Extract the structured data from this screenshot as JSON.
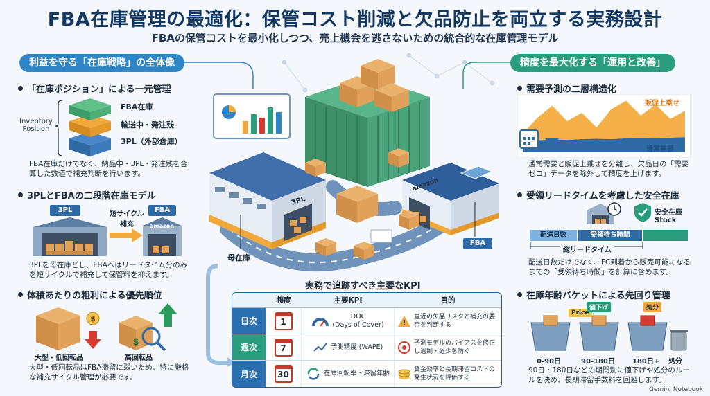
{
  "header": {
    "title": "FBA在庫管理の最適化：保管コスト削減と欠品防止を両立する実務設計",
    "subtitle": "FBAの保管コストを最小化しつつ、売上機会を逃さないための統合的な在庫管理モデル"
  },
  "left": {
    "pill": "利益を守る「在庫戦略」の全体像",
    "sec1": {
      "heading": "「在庫ポジション」による一元管理",
      "side_label_1": "Inventory",
      "side_label_2": "Position",
      "layers": [
        "FBA在庫",
        "輸送中・発注残",
        "3PL（外部倉庫）"
      ],
      "body": "FBA在庫だけでなく、納品中・3PL・発注残を合算した数値で補充判断を行います。"
    },
    "sec2": {
      "heading": "3PLとFBAの二段階在庫モデル",
      "tag_3pl": "3PL",
      "tag_fba": "FBA",
      "arrow_label_1": "短サイクル",
      "arrow_label_2": "補充",
      "amazon": "amazon",
      "body": "3PLを母在庫とし、FBAへはリードタイム分のみを短サイクルで補充して保管料を抑えます。"
    },
    "sec3": {
      "heading": "体積あたりの粗利による優先順位",
      "label_large": "大型・低回転品",
      "label_high": "高回転品",
      "dollar": "$",
      "body": "大型・低回転品はFBA滞留に弱いため、特に厳格な補充サイクル管理が必要です。"
    }
  },
  "center": {
    "label_3pl": "3PL",
    "label_amazon": "amazon",
    "label_fba": "FBA",
    "label_mother": "母在庫",
    "kpi_title": "実務で追跡すべき主要なKPI",
    "kpi_headers": [
      "頻度",
      "主要KPI",
      "目的"
    ],
    "kpi_rows": [
      {
        "freq": "日次",
        "icon_num": "1",
        "kpi": "DOC\n(Days of Cover)",
        "purpose": "直近の欠品リスクと補充の要否を判断する",
        "color": "#2a6fb0"
      },
      {
        "freq": "週次",
        "icon_num": "7",
        "kpi": "予測精度 (WAPE)",
        "purpose": "予測モデルのバイアスを修正し過剰・過少を防ぐ",
        "color": "#2a9d7c"
      },
      {
        "freq": "月次",
        "icon_num": "30",
        "kpi": "在庫回転率・滞留年齢",
        "purpose": "資金効率と長期滞留コストの発生状況を評価する",
        "color": "#2a6fb0"
      }
    ]
  },
  "right": {
    "pill": "精度を最大化する「運用と改善」",
    "sec1": {
      "heading": "需要予測の二層構造化",
      "promo_label": "販促上乗せ",
      "base_label": "通常需要",
      "body": "通常需要と販促上乗せを分離し、欠品日の「需要ゼロ」データを除外して精度を上げます。"
    },
    "sec2": {
      "heading": "受領リードタイムを考慮した安全在庫",
      "safety_1": "安全在庫",
      "safety_2": "Stock",
      "bar_1": "配送日数",
      "bar_2": "受領待ち時間",
      "total": "総リードタイム",
      "body": "配送日数だけでなく、FC到着から販売可能になるまでの「受領待ち時間」を計算に含めます。"
    },
    "sec3": {
      "heading": "在庫年齢バケットによる先回り管理",
      "tag_price": "Price",
      "tag_down": "値下げ",
      "tag_dispose": "処分",
      "buckets": [
        "0-90日",
        "90-180日",
        "180日+",
        "処分"
      ],
      "body": "90日・180日などの期間別に値下げや処分のルールを決め、長期滞留手数料を回避します。"
    }
  },
  "footer": "Gemini Notebook",
  "chart_data": {
    "type": "area",
    "title": "",
    "series": [
      {
        "name": "販促上乗せ",
        "values": [
          2,
          6,
          9,
          5,
          7,
          3,
          8,
          10,
          6,
          9,
          5,
          7
        ]
      },
      {
        "name": "通常需要",
        "values": [
          3,
          3.2,
          3.4,
          3.3,
          3.5,
          3.6,
          3.5,
          3.7,
          3.8,
          3.7,
          3.9,
          4
        ]
      }
    ],
    "xlabel": "",
    "ylabel": ""
  }
}
